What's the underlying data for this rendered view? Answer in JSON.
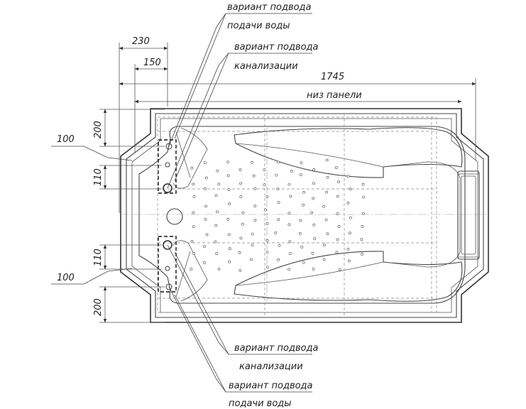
{
  "labels": {
    "water_top_1": "вариант подвода",
    "water_top_2": "подачи воды",
    "drain_top_1": "вариант подвода",
    "drain_top_2": "канализации",
    "drain_bottom_1": "вариант подвода",
    "drain_bottom_2": "канализации",
    "water_bottom_1": "вариант подвода",
    "water_bottom_2": "подачи воды",
    "panel_bottom": "низ панели"
  },
  "dimensions": {
    "d230": "230",
    "d150": "150",
    "d1745": "1745",
    "d100_top": "100",
    "d100_bottom": "100",
    "d200_top": "200",
    "d110_top": "110",
    "d110_bottom": "110",
    "d200_bottom": "200"
  }
}
